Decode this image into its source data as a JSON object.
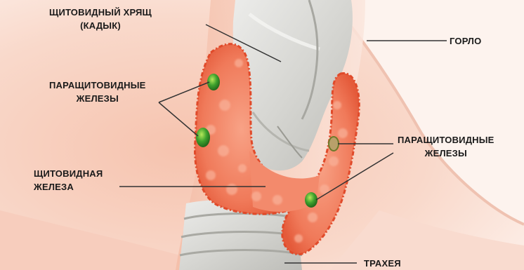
{
  "labels": {
    "thyroid_cartilage": {
      "line1": "ЩИТОВИДНЫЙ ХРЯЩ",
      "line2": "(КАДЫК)"
    },
    "throat": "ГОРЛО",
    "parathyroid_left": {
      "line1": "ПАРАЩИТОВИДНЫЕ",
      "line2": "ЖЕЛЕЗЫ"
    },
    "parathyroid_right": {
      "line1": "ПАРАЩИТОВИДНЫЕ",
      "line2": "ЖЕЛЕЗЫ"
    },
    "thyroid_gland": {
      "line1": "ЩИТОВИДНАЯ",
      "line2": "ЖЕЛЕЗА"
    },
    "trachea": "ТРАХЕЯ"
  },
  "colors": {
    "skin_light": "#fbe3d8",
    "skin_mid": "#f3b7a0",
    "cartilage": "#dcdcd8",
    "gland": "#f07858",
    "gland_edge": "#e2502f",
    "parathyroid": "#2f9a2a",
    "leader_line": "#333333"
  }
}
